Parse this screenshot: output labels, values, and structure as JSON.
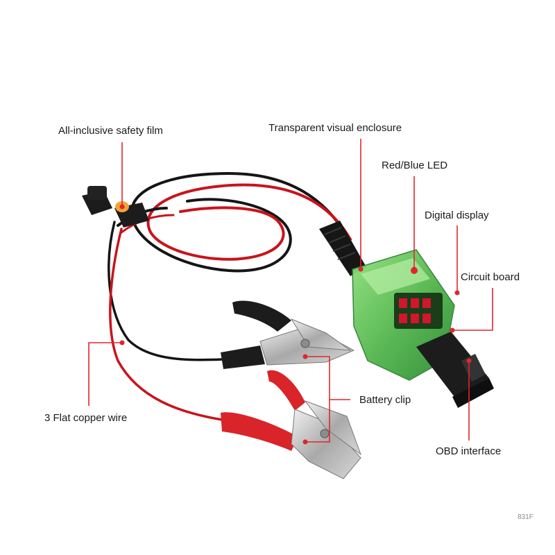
{
  "labels": {
    "safety_film": "All-inclusive safety film",
    "enclosure": "Transparent visual enclosure",
    "led": "Red/Blue LED",
    "display": "Digital display",
    "circuit_board": "Circuit board",
    "battery_clip": "Battery clip",
    "copper_wire": "3 Flat copper wire",
    "obd_interface": "OBD interface"
  },
  "product_code": "831F",
  "colors": {
    "leader_line": "#e0262c",
    "red_wire": "#c8141c",
    "black_wire": "#151515",
    "enclosure_green": "#5fc25a",
    "clip_red": "#d9242a",
    "connector_black": "#1c1c1c"
  }
}
